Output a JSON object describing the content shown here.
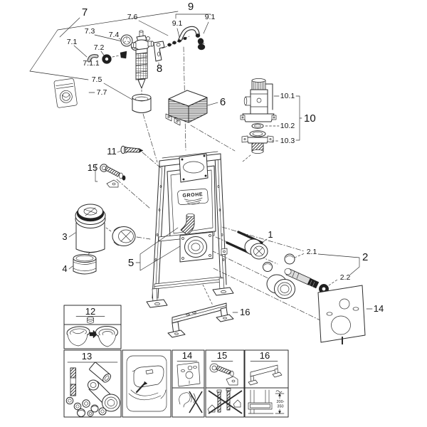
{
  "diagram": {
    "brand": "GROHE",
    "description": "Exploded spare-parts diagram of a wall-hung WC concealed-cistern installation frame",
    "logo_text": "GROHE",
    "callouts": {
      "p1": "1",
      "p2": "2",
      "p2_1": "2.1",
      "p2_2": "2.2",
      "p3": "3",
      "p4": "4",
      "p5": "5",
      "p6": "6",
      "p7": "7",
      "p7_1": "7.1",
      "p7_1_1": "7.1.1",
      "p7_2": "7.2",
      "p7_3": "7.3",
      "p7_4": "7.4",
      "p7_5": "7.5",
      "p7_6": "7.6",
      "p7_7": "7.7",
      "p8": "8",
      "p9": "9",
      "p9_1a": "9.1",
      "p9_1b": "9.1",
      "p10": "10",
      "p10_1": "10.1",
      "p10_2": "10.2",
      "p10_3": "10.3",
      "p11": "11",
      "p14": "14",
      "p15": "15",
      "p16": "16"
    },
    "kit_boxes": {
      "b12": "12",
      "b13": "13",
      "b14": "14",
      "b15": "15",
      "b16": "16"
    },
    "dimension": {
      "line1": "200-",
      "line2": "350"
    }
  }
}
